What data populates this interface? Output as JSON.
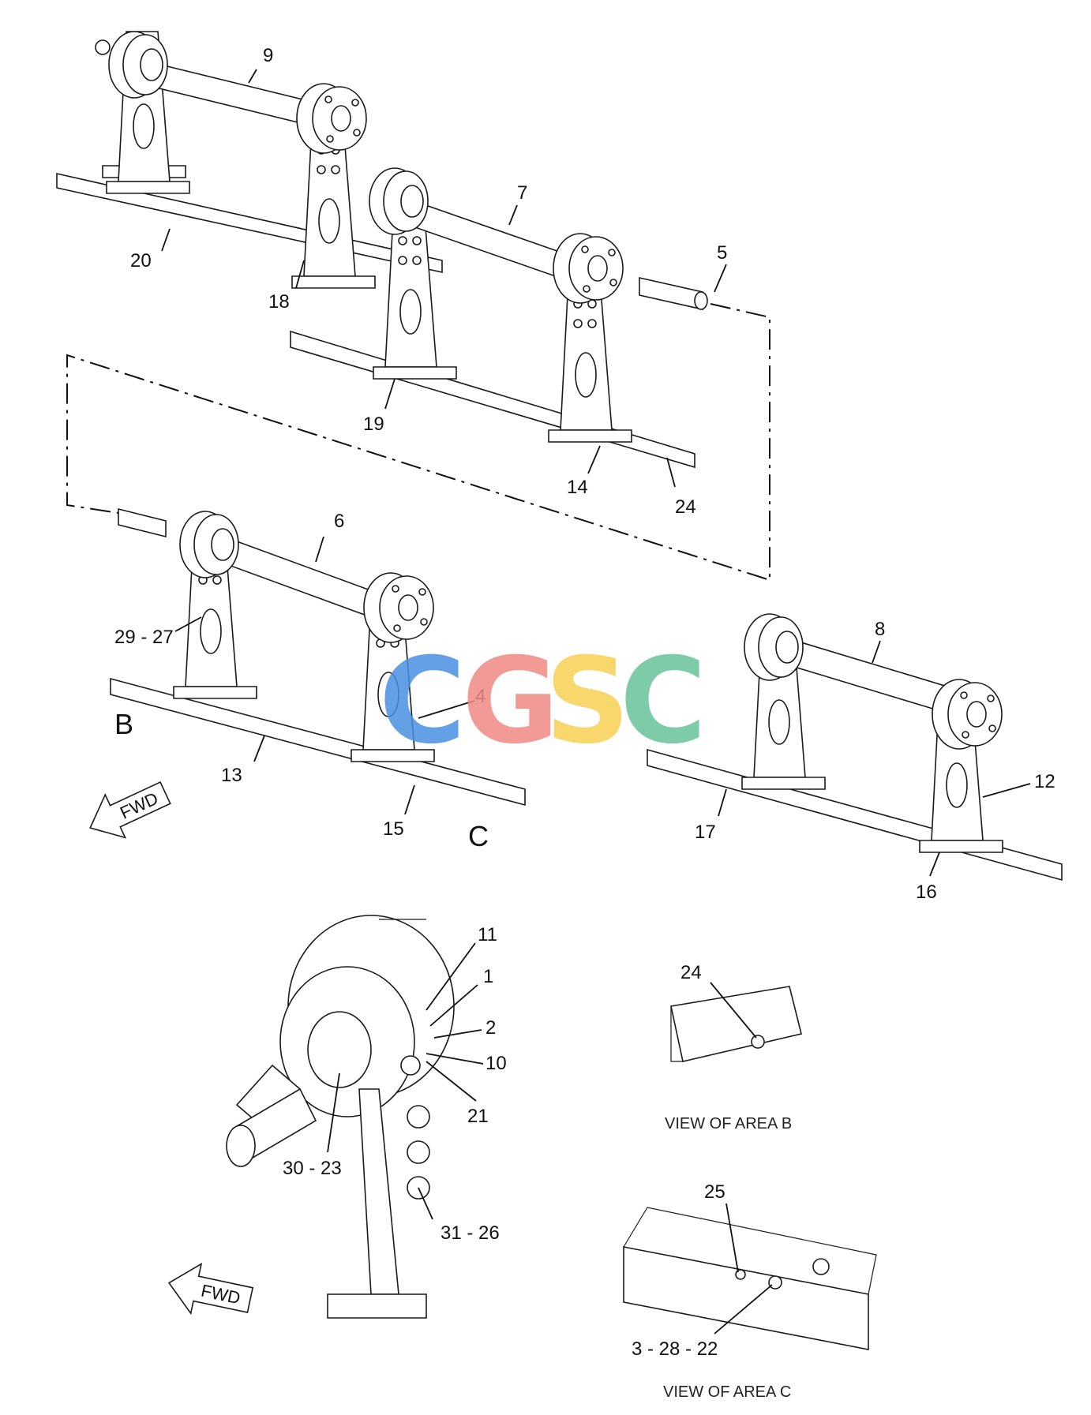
{
  "callouts": {
    "c9": "9",
    "c7": "7",
    "c5": "5",
    "c20": "20",
    "c18": "18",
    "c19": "19",
    "c14": "14",
    "c24": "24",
    "c6": "6",
    "c2927": "29 - 27",
    "c4": "4",
    "c13": "13",
    "c15": "15",
    "c8": "8",
    "c12": "12",
    "c17": "17",
    "c16": "16",
    "c11": "11",
    "c1": "1",
    "c2": "2",
    "c10": "10",
    "c21": "21",
    "c3023": "30 - 23",
    "c3126": "31 - 26",
    "b24": "24",
    "b25": "25",
    "b32822": "3 - 28 - 22"
  },
  "area_labels": {
    "b": "B",
    "c": "C"
  },
  "captions": {
    "view_b": "VIEW OF AREA B",
    "view_c": "VIEW OF AREA C"
  },
  "arrows": {
    "fwd_top": "FWD",
    "fwd_bottom": "FWD"
  },
  "watermark": {
    "letters": [
      "C",
      "G",
      "S",
      "C"
    ],
    "colors": [
      "#4a90e2",
      "#f08a84",
      "#f7d154",
      "#67c29b"
    ]
  }
}
